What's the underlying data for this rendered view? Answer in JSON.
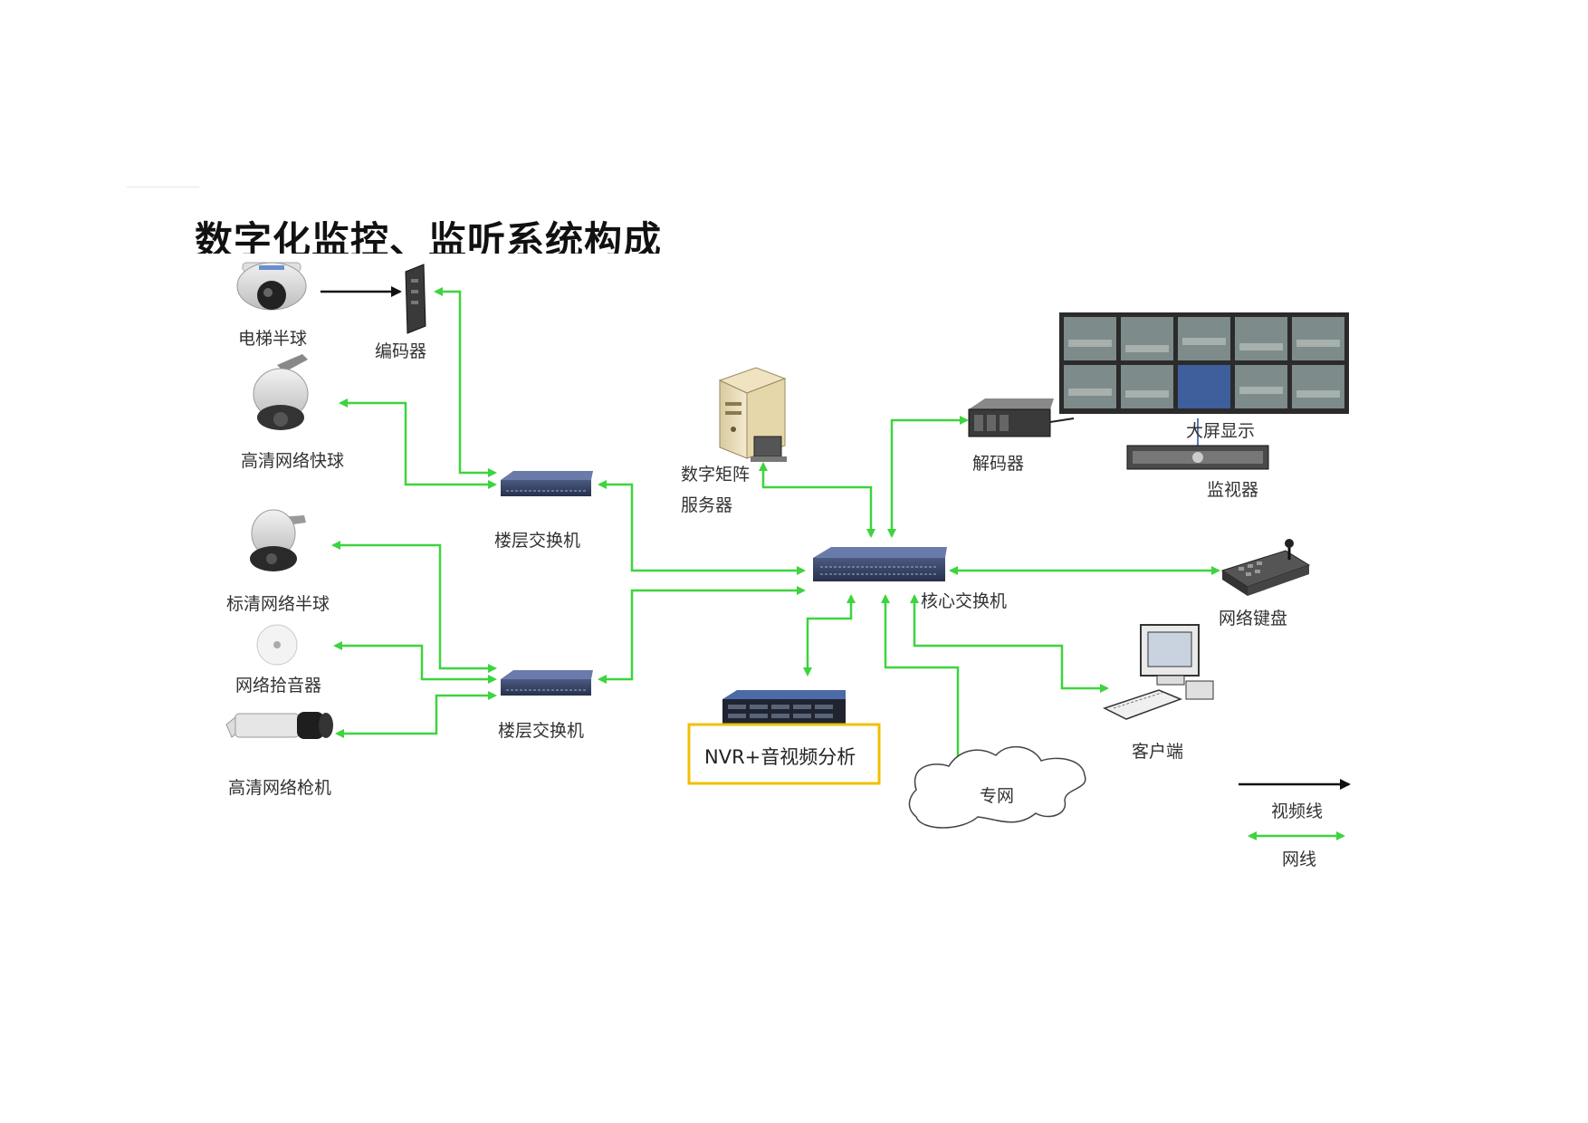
{
  "title": "数字化监控、监听系统构成",
  "nodes": {
    "elevator_dome": "电梯半球",
    "encoder": "编码器",
    "hd_speed_dome": "高清网络快球",
    "floor_switch_1": "楼层交换机",
    "digital_matrix_line1": "数字矩阵",
    "digital_matrix_line2": "服务器",
    "decoder": "解码器",
    "big_screen": "大屏显示",
    "monitor": "监视器",
    "sd_dome": "标清网络半球",
    "network_mic": "网络拾音器",
    "hd_bullet": "高清网络枪机",
    "floor_switch_2": "楼层交换机",
    "core_switch": "核心交换机",
    "network_keyboard": "网络键盘",
    "client": "客户端",
    "nvr": "NVR+音视频分析",
    "private_network": "专网"
  },
  "legend": {
    "video_line": "视频线",
    "network_line": "网线"
  },
  "colors": {
    "network_line": "#3dd43d",
    "video_line": "#111111",
    "highlight_box": "#f0c000"
  },
  "icons": [
    "dome-camera-icon",
    "encoder-icon",
    "speed-dome-icon",
    "network-switch-icon",
    "server-tower-icon",
    "decoder-icon",
    "video-wall-icon",
    "monitor-rack-icon",
    "microphone-icon",
    "bullet-camera-icon",
    "keyboard-controller-icon",
    "desktop-computer-icon",
    "nvr-rack-icon",
    "cloud-icon"
  ]
}
